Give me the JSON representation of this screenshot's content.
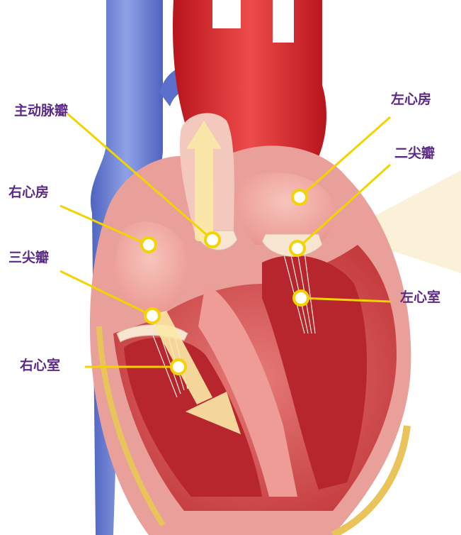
{
  "labels": {
    "aortic_valve": "主动脉瓣",
    "left_atrium": "左心房",
    "mitral_valve": "二尖瓣",
    "right_atrium": "右心房",
    "tricuspid_valve": "三尖瓣",
    "left_ventricle": "左心室",
    "right_ventricle": "右心室"
  },
  "colors": {
    "label_text": "#5b2a86",
    "leader_line": "#f2d400",
    "vein_blue": "#6f86d6",
    "artery_red": "#d9272e",
    "muscle_red": "#c83a3c",
    "chamber_pink": "#f0b3ad",
    "flow_arrow": "#fbeab0"
  }
}
